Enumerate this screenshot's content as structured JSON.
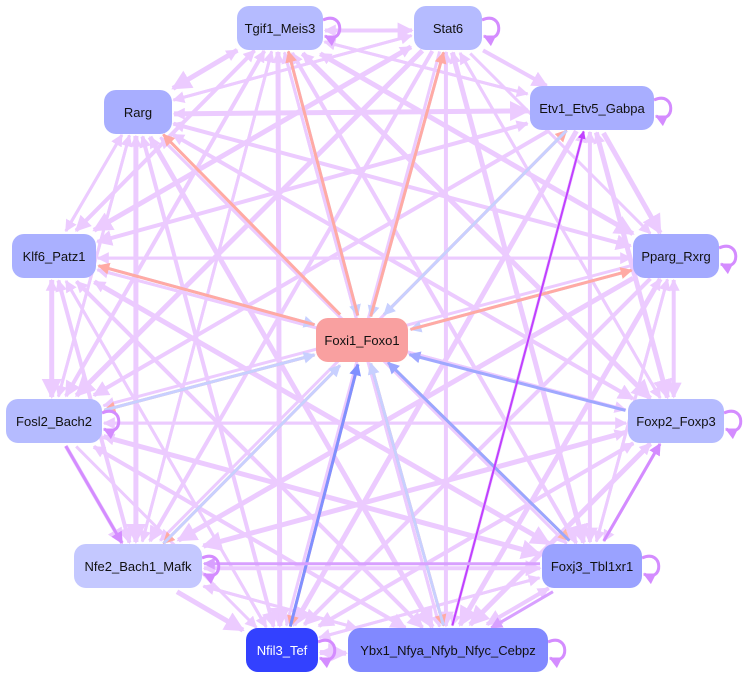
{
  "graph": {
    "nodes": [
      {
        "id": "Tgif1_Meis3",
        "fill": "#b5bbff",
        "text": "#111111"
      },
      {
        "id": "Stat6",
        "fill": "#b5bbff",
        "text": "#111111"
      },
      {
        "id": "Rarg",
        "fill": "#a8aeff",
        "text": "#111111"
      },
      {
        "id": "Etv1_Etv5_Gabpa",
        "fill": "#a8aeff",
        "text": "#111111"
      },
      {
        "id": "Klf6_Patz1",
        "fill": "#aab0ff",
        "text": "#111111"
      },
      {
        "id": "Pparg_Rxrg",
        "fill": "#a4aaff",
        "text": "#111111"
      },
      {
        "id": "Foxi1_Foxo1",
        "fill": "#f9a0a0",
        "text": "#111111"
      },
      {
        "id": "Fosl2_Bach2",
        "fill": "#b5bbff",
        "text": "#111111"
      },
      {
        "id": "Foxp2_Foxp3",
        "fill": "#b5bbff",
        "text": "#111111"
      },
      {
        "id": "Nfe2_Bach1_Mafk",
        "fill": "#c4c8ff",
        "text": "#111111"
      },
      {
        "id": "Foxj3_Tbl1xr1",
        "fill": "#9aa2ff",
        "text": "#111111"
      },
      {
        "id": "Nfil3_Tef",
        "fill": "#3341ff",
        "text": "#ffffff"
      },
      {
        "id": "Ybx1_Nfya_Nfyb_Nfyc_Cebpz",
        "fill": "#8189ff",
        "text": "#111111"
      }
    ],
    "colors": {
      "default_edge": "#eccbff",
      "self_loop": "#d48cff"
    },
    "special_edges": [
      {
        "from": 0,
        "to": 6,
        "color": "#c8d0ff"
      },
      {
        "from": 6,
        "to": 0,
        "color": "#ffaaa4"
      },
      {
        "from": 1,
        "to": 6,
        "color": "#c8d0ff"
      },
      {
        "from": 6,
        "to": 1,
        "color": "#ffaaa4"
      },
      {
        "from": 6,
        "to": 3,
        "color": "#ffaaa4"
      },
      {
        "from": 3,
        "to": 6,
        "color": "#c8d0ff"
      },
      {
        "from": 4,
        "to": 6,
        "color": "#c8d0ff"
      },
      {
        "from": 6,
        "to": 4,
        "color": "#ffaaa4"
      },
      {
        "from": 5,
        "to": 6,
        "color": "#c8d0ff"
      },
      {
        "from": 6,
        "to": 5,
        "color": "#ffaaa4"
      },
      {
        "from": 8,
        "to": 6,
        "color": "#a0a8ff"
      },
      {
        "from": 6,
        "to": 2,
        "color": "#ffaaa4"
      },
      {
        "from": 6,
        "to": 7,
        "color": "#ffaaa4"
      },
      {
        "from": 7,
        "to": 6,
        "color": "#c8d0ff"
      },
      {
        "from": 6,
        "to": 9,
        "color": "#ffaaa4"
      },
      {
        "from": 9,
        "to": 6,
        "color": "#c8d0ff"
      },
      {
        "from": 6,
        "to": 10,
        "color": "#ffb8a8"
      },
      {
        "from": 10,
        "to": 6,
        "color": "#9aa6ff"
      },
      {
        "from": 6,
        "to": 12,
        "color": "#ffaaa4"
      },
      {
        "from": 12,
        "to": 6,
        "color": "#c8d0ff"
      },
      {
        "from": 6,
        "to": 11,
        "color": "#ffaaa4"
      },
      {
        "from": 11,
        "to": 6,
        "color": "#8090ff"
      },
      {
        "from": 12,
        "to": 3,
        "color": "#c040ff"
      },
      {
        "from": 7,
        "to": 9,
        "color": "#d48cff"
      },
      {
        "from": 10,
        "to": 8,
        "color": "#d48cff"
      },
      {
        "from": 10,
        "to": 9,
        "color": "#d8a0ff"
      },
      {
        "from": 10,
        "to": 12,
        "color": "#d8a0ff"
      }
    ],
    "self_loops": [
      0,
      1,
      3,
      5,
      7,
      8,
      9,
      10,
      11,
      12
    ]
  }
}
